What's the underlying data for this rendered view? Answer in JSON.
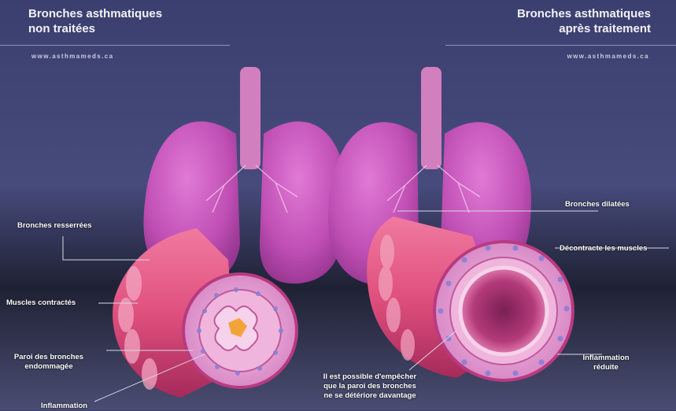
{
  "header": {
    "left_title_line1": "Bronches asthmatiques",
    "left_title_line2": "non traitées",
    "right_title_line1": "Bronches asthmatiques",
    "right_title_line2": "après traitement",
    "website": "www.asthmameds.ca"
  },
  "labels_left": {
    "constricted": "Bronches resserrées",
    "muscles": "Muscles contractés",
    "wall_line1": "Paroi des bronches",
    "wall_line2": "endommagée",
    "inflammation": "Inflammation"
  },
  "labels_right": {
    "dilated": "Bronches dilatées",
    "relaxes": "Décontracte les muscles",
    "inflammation_line1": "Inflammation",
    "inflammation_line2": "réduite",
    "note_line1": "Il est possible d'empêcher",
    "note_line2": "que la paroi des bronches",
    "note_line3": "ne se détériore davantage"
  },
  "colors": {
    "lung": "#c04fb4",
    "lung_light": "#e07ad6",
    "tube": "#e0507e",
    "tube_dark": "#a52a5a",
    "inner": "#e9a3d6",
    "inflammation": "#f2a43a",
    "callout_line": "#d8d8e6"
  }
}
